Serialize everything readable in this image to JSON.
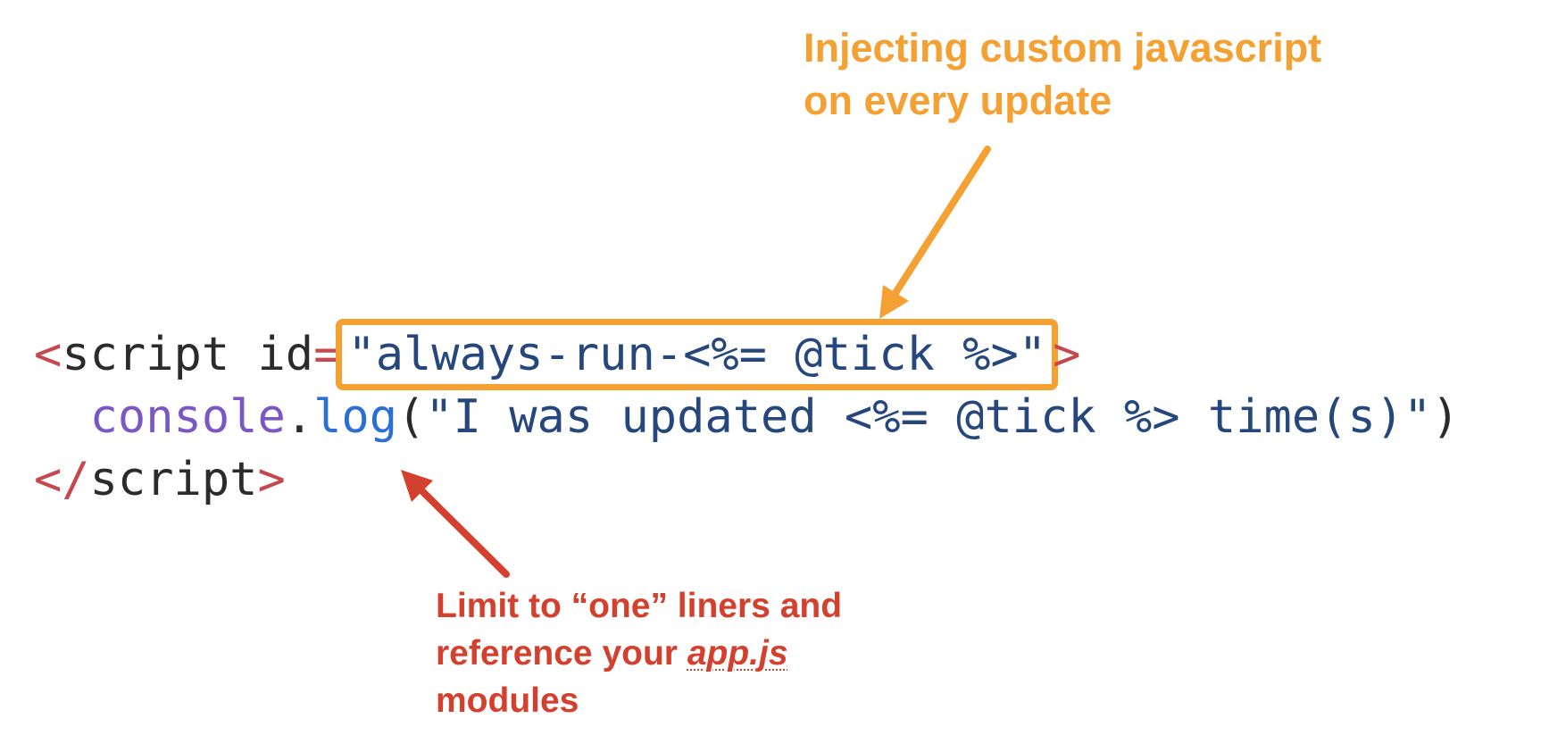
{
  "top_annotation": {
    "line1": "Injecting custom javascript",
    "line2": "on every update",
    "color": "#f5a033"
  },
  "bottom_annotation": {
    "line1": "Limit to “one” liners and",
    "line2_prefix": "reference your ",
    "line2_emphasis": "app.js",
    "line3": "modules",
    "color": "#d4402e"
  },
  "code": {
    "lines": [
      {
        "tokens": [
          {
            "text": "<",
            "color": "red"
          },
          {
            "text": "script id",
            "color": "dark"
          },
          {
            "text": "=",
            "color": "red"
          },
          {
            "text": "\"always-run-<%= @tick %>\"",
            "color": "navy",
            "boxed": true
          },
          {
            "text": ">",
            "color": "red"
          }
        ]
      },
      {
        "tokens": [
          {
            "text": "  ",
            "color": "dark"
          },
          {
            "text": "console",
            "color": "purple"
          },
          {
            "text": ".",
            "color": "dark"
          },
          {
            "text": "log",
            "color": "blue"
          },
          {
            "text": "(",
            "color": "dark"
          },
          {
            "text": "\"I was updated <%= @tick %> time(s)\"",
            "color": "navy"
          },
          {
            "text": ")",
            "color": "dark"
          }
        ]
      },
      {
        "tokens": [
          {
            "text": "</",
            "color": "red"
          },
          {
            "text": "script",
            "color": "dark"
          },
          {
            "text": ">",
            "color": "red"
          }
        ]
      }
    ]
  },
  "colors": {
    "red": "#c5484e",
    "dark": "#2b2b2b",
    "navy": "#25477c",
    "purple": "#7b57c4",
    "blue": "#2b6fd4",
    "box_orange": "#f5a033",
    "arrow_orange": "#f5a033",
    "arrow_red": "#d4402e"
  }
}
